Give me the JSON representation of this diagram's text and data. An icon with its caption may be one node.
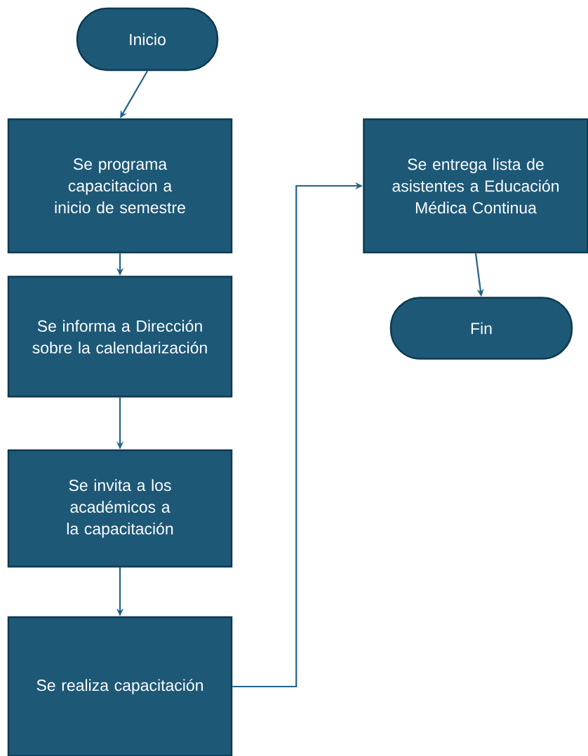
{
  "diagram": {
    "nodes": [
      {
        "text": [
          "Inicio"
        ]
      },
      {
        "text": [
          "Se programa capacitacion a inicio de semestre"
        ]
      },
      {
        "text": [
          "Se informa a Dirección sobre la calendarización"
        ]
      },
      {
        "text": [
          "Se invita a los académicos a la capacitación"
        ]
      },
      {
        "text": [
          "Se realiza capacitación"
        ]
      },
      {
        "text": [
          "Se entrega lista de asistentes a Educación Médica Continua"
        ]
      },
      {
        "text": [
          "Fin"
        ]
      }
    ],
    "edges": [
      {
        "from": 0,
        "to": 1,
        "arrow": "to"
      },
      {
        "from": 1,
        "to": 2,
        "arrow": "to"
      },
      {
        "from": 2,
        "to": 3,
        "arrow": "to"
      },
      {
        "from": 3,
        "to": 4,
        "arrow": "to"
      },
      {
        "from": 4,
        "to": 5,
        "arrow": "to"
      },
      {
        "from": 5,
        "to": 6,
        "arrow": "to"
      }
    ]
  }
}
